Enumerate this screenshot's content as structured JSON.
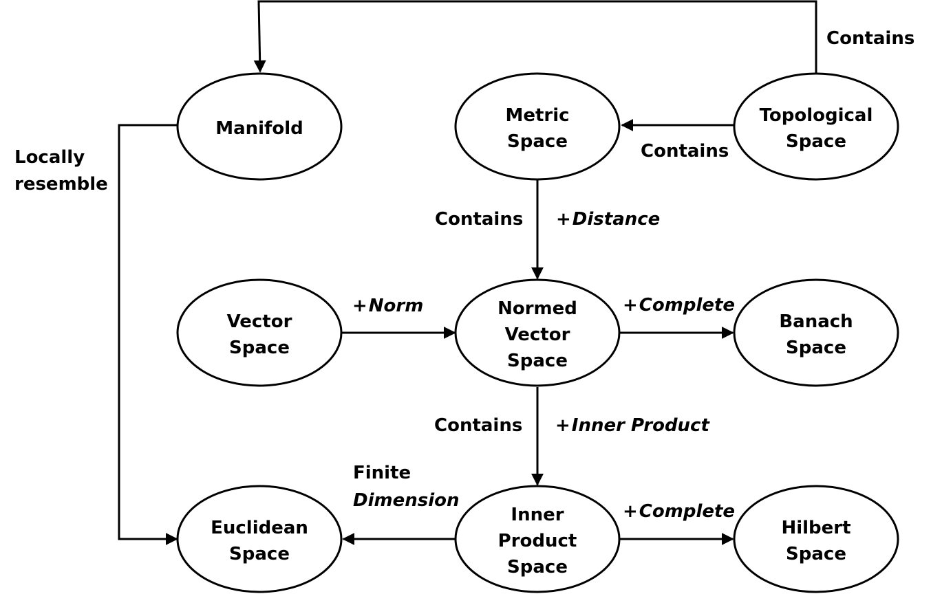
{
  "nodes": {
    "manifold": [
      "Manifold"
    ],
    "metric": [
      "Metric",
      "Space"
    ],
    "topological": [
      "Topological",
      "Space"
    ],
    "vector": [
      "Vector",
      "Space"
    ],
    "normed": [
      "Normed",
      "Vector",
      "Space"
    ],
    "banach": [
      "Banach",
      "Space"
    ],
    "euclidean": [
      "Euclidean",
      "Space"
    ],
    "inner": [
      "Inner",
      "Product",
      "Space"
    ],
    "hilbert": [
      "Hilbert",
      "Space"
    ]
  },
  "edges": {
    "top_to_manifold": "Contains",
    "top_to_metric": "Contains",
    "metric_to_normed_contains": "Contains",
    "metric_to_normed_plus": "+",
    "metric_to_normed_prop": "Distance",
    "vector_to_normed_plus": "+",
    "vector_to_normed_prop": "Norm",
    "normed_to_banach_plus": "+",
    "normed_to_banach_prop": "Complete",
    "normed_to_inner_contains": "Contains",
    "normed_to_inner_plus": "+",
    "normed_to_inner_prop": "Inner Product",
    "inner_to_euclidean_line1": "Finite",
    "inner_to_euclidean_line2": "Dimension",
    "inner_to_hilbert_plus": "+",
    "inner_to_hilbert_prop": "Complete",
    "manifold_to_euclidean_line1": "Locally",
    "manifold_to_euclidean_line2": "resemble"
  }
}
